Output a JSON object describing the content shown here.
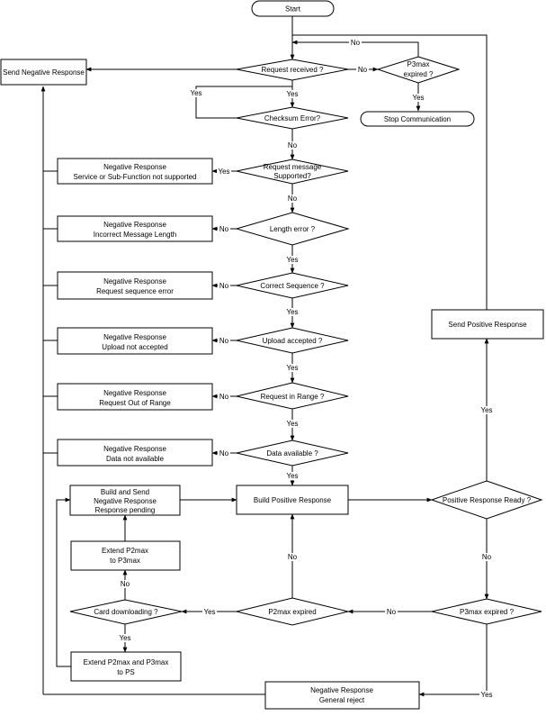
{
  "nodes": {
    "start": "Start",
    "request_received": "Request received ?",
    "send_negative_response": "Send Negative Response",
    "p3max_expired_top": [
      "P3max",
      "expired ?"
    ],
    "stop_communication": "Stop Communication",
    "checksum_error": "Checksum Error?",
    "request_supported": [
      "Request message",
      "Supported?"
    ],
    "neg_not_supported": [
      "Negative Response",
      "Service or Sub-Function not supported"
    ],
    "length_error": "Length error ?",
    "neg_incorrect_length": [
      "Negative Response",
      "Incorrect Message Length"
    ],
    "correct_sequence": "Correct Sequence ?",
    "neg_sequence_error": [
      "Negative Response",
      "Request sequence error"
    ],
    "upload_accepted": "Upload accepted ?",
    "neg_upload_not_accepted": [
      "Negative Response",
      "Upload not accepted"
    ],
    "request_in_range": "Request in Range ?",
    "neg_out_of_range": [
      "Negative Response",
      "Request Out of Range"
    ],
    "data_available": "Data available ?",
    "neg_data_not_available": [
      "Negative Response",
      "Data not available"
    ],
    "build_neg_pending": [
      "Build and Send",
      "Negative Response",
      "Response pending"
    ],
    "build_positive": "Build Positive Response",
    "positive_ready": "Positive Response Ready ?",
    "send_positive": "Send Positive Response",
    "extend_p2max": [
      "Extend P2max",
      "to P3max"
    ],
    "card_downloading": "Card downloading ?",
    "p2max_expired": "P2max expired",
    "p3max_expired_bottom": "P3max expired ?",
    "extend_p2_p3": [
      "Extend P2max and P3max",
      "to PS"
    ],
    "neg_general_reject": [
      "Negative Response",
      "General reject"
    ]
  },
  "edge_labels": {
    "yes": "Yes",
    "no": "No"
  },
  "colors": {
    "stroke": "#000000",
    "fill": "#ffffff"
  }
}
